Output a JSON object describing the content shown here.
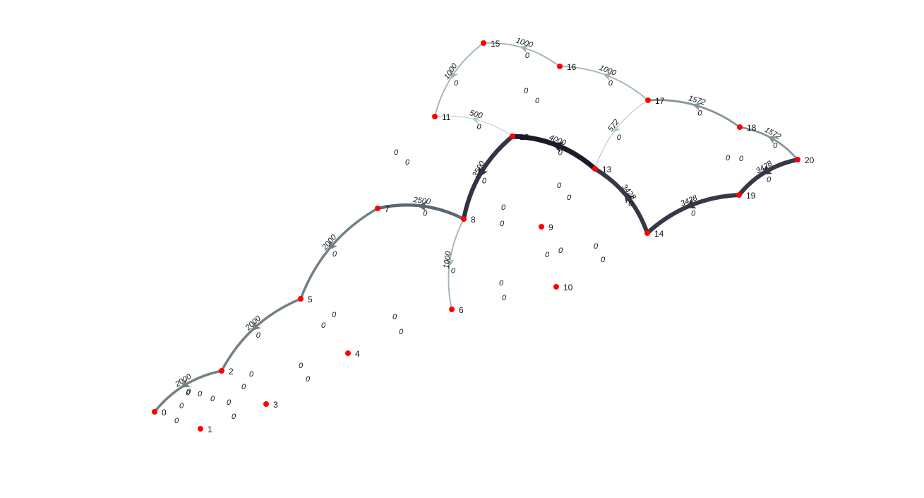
{
  "colors": {
    "node": "#ff0000",
    "edge_scale": [
      "#b4cdcd",
      "#1c1b2a"
    ],
    "background": "#ffffff"
  },
  "graph": {
    "nodes": [
      {
        "id": "0",
        "label": "0"
      },
      {
        "id": "1",
        "label": "1"
      },
      {
        "id": "2",
        "label": "2"
      },
      {
        "id": "3",
        "label": "3"
      },
      {
        "id": "4",
        "label": "4"
      },
      {
        "id": "5",
        "label": "5"
      },
      {
        "id": "6",
        "label": "6"
      },
      {
        "id": "7",
        "label": "7"
      },
      {
        "id": "8",
        "label": "8"
      },
      {
        "id": "9",
        "label": "9"
      },
      {
        "id": "10",
        "label": "10"
      },
      {
        "id": "11",
        "label": "11"
      },
      {
        "id": "12",
        "label": "12"
      },
      {
        "id": "13",
        "label": "13"
      },
      {
        "id": "14",
        "label": "14"
      },
      {
        "id": "15",
        "label": "15"
      },
      {
        "id": "16",
        "label": "16"
      },
      {
        "id": "17",
        "label": "17"
      },
      {
        "id": "18",
        "label": "18"
      },
      {
        "id": "19",
        "label": "19"
      },
      {
        "id": "20",
        "label": "20"
      }
    ],
    "edges": [
      {
        "from": "20",
        "to": "18",
        "flow": "1572"
      },
      {
        "from": "18",
        "to": "17",
        "flow": "1572"
      },
      {
        "from": "17",
        "to": "16",
        "flow": "1000"
      },
      {
        "from": "16",
        "to": "15",
        "flow": "1000"
      },
      {
        "from": "15",
        "to": "11",
        "flow": "1000"
      },
      {
        "from": "17",
        "to": "13",
        "flow": "572"
      },
      {
        "from": "12",
        "to": "11",
        "flow": "500"
      },
      {
        "from": "20",
        "to": "19",
        "flow": "3428"
      },
      {
        "from": "19",
        "to": "14",
        "flow": "3428"
      },
      {
        "from": "14",
        "to": "13",
        "flow": "3428"
      },
      {
        "from": "13",
        "to": "12",
        "flow": "4000"
      },
      {
        "from": "12",
        "to": "8",
        "flow": "3500"
      },
      {
        "from": "8",
        "to": "7",
        "flow": "2500"
      },
      {
        "from": "8",
        "to": "6",
        "flow": "1000"
      },
      {
        "from": "7",
        "to": "5",
        "flow": "2000"
      },
      {
        "from": "5",
        "to": "2",
        "flow": "2000"
      },
      {
        "from": "2",
        "to": "0",
        "flow": "2000"
      }
    ],
    "edge_secondary_labels": [
      "0",
      "0",
      "0",
      "0",
      "0",
      "0",
      "0",
      "0",
      "0",
      "0",
      "0",
      "0",
      "0",
      "0",
      "0",
      "0",
      "0"
    ],
    "zero_labels": [
      "0",
      "0",
      "0",
      "0",
      "0",
      "0",
      "0",
      "0",
      "0",
      "0",
      "0",
      "0",
      "0",
      "0",
      "0",
      "0",
      "0",
      "0",
      "0",
      "0",
      "0",
      "0",
      "0",
      "0",
      "0",
      "0",
      "0",
      "0",
      "0",
      "0",
      "0",
      "0",
      "0",
      "0",
      "0",
      "0",
      "0"
    ]
  }
}
